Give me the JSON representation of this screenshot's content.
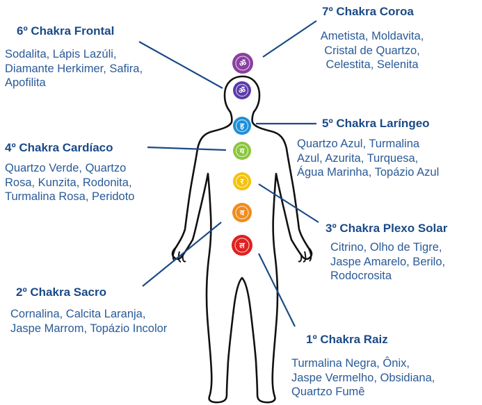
{
  "chakras": [
    {
      "id": "coroa",
      "title": "7º Chakra Coroa",
      "stones": [
        "Ametista, Moldavita,",
        "Cristal de Quartzo,",
        "Celestita, Selenita"
      ],
      "color": "#8a3fa0"
    },
    {
      "id": "frontal",
      "title": "6º Chakra Frontal",
      "stones": [
        "Sodalita, Lápis Lazúli,",
        "Diamante Herkimer, Safira,",
        "Apofilita"
      ],
      "color": "#5a3aa8"
    },
    {
      "id": "laringeo",
      "title": "5º Chakra Laríngeo",
      "stones": [
        "Quartzo Azul, Turmalina",
        "Azul, Azurita, Turquesa,",
        "Água Marinha, Topázio Azul"
      ],
      "color": "#1e8fd8"
    },
    {
      "id": "cardiaco",
      "title": "4º Chakra Cardíaco",
      "stones": [
        "Quartzo Verde, Quartzo",
        "Rosa, Kunzita, Rodonita,",
        "Turmalina Rosa, Peridoto"
      ],
      "color": "#8cc63f"
    },
    {
      "id": "plexo",
      "title": "3º Chakra Plexo Solar",
      "stones": [
        "Citrino, Olho de Tigre,",
        "Jaspe Amarelo, Berilo,",
        "Rodocrosita"
      ],
      "color": "#f4c20d"
    },
    {
      "id": "sacro",
      "title": "2º Chakra Sacro",
      "stones": [
        "Cornalina, Calcita Laranja,",
        "Jaspe Marrom, Topázio Incolor"
      ],
      "color": "#f08c1e"
    },
    {
      "id": "raiz",
      "title": "1º Chakra Raiz",
      "stones": [
        "Turmalina Negra, Ônix,",
        "Jaspe Vermelho, Obsidiana,",
        "Quartzo Fumê"
      ],
      "color": "#e02020"
    }
  ],
  "colors": {
    "text": "#2a5a97",
    "heading": "#1a4a87",
    "outline": "#111111"
  }
}
